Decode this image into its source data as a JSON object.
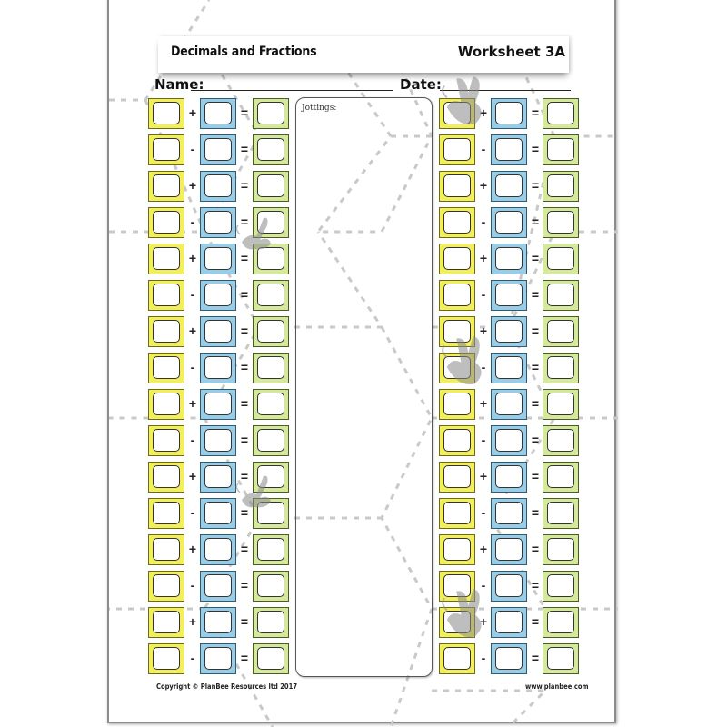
{
  "worksheet": {
    "title": "Decimals and Fractions",
    "sheet_label": "Worksheet 3A",
    "name_label": "Name:",
    "date_label": "Date:",
    "jottings_label": "Jottings:",
    "copyright": "Copyright © PlanBee Resources ltd 2017",
    "website": "www.planbee.com"
  },
  "colors": {
    "first_box": "#f3ef5b",
    "second_box": "#99cde5",
    "answer_box": "#d5e99a"
  },
  "equals_symbol": "=",
  "left_column": {
    "operators": [
      "+",
      "-",
      "+",
      "-",
      "+",
      "-",
      "+",
      "-",
      "+",
      "-",
      "+",
      "-",
      "+",
      "-",
      "+",
      "-"
    ]
  },
  "right_column": {
    "operators": [
      "+",
      "-",
      "+",
      "-",
      "+",
      "-",
      "+",
      "-",
      "+",
      "-",
      "+",
      "-",
      "+",
      "-",
      "+",
      "-"
    ]
  },
  "decorations": {
    "background_pattern": "dashed-hexagon-grid",
    "watermark_icon": "bee-icon"
  }
}
